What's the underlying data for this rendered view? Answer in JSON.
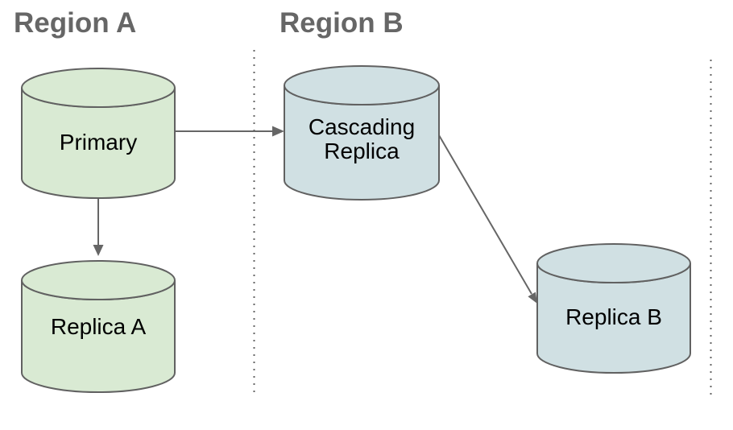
{
  "regions": [
    {
      "id": "region-a",
      "label": "Region A"
    },
    {
      "id": "region-b",
      "label": "Region B"
    }
  ],
  "nodes": {
    "primary": {
      "label": "Primary",
      "shape": "database-cylinder",
      "region": "Region A",
      "fill": "#d9ead3"
    },
    "replica_a": {
      "label": "Replica A",
      "shape": "database-cylinder",
      "region": "Region A",
      "fill": "#d9ead3"
    },
    "cascading_replica": {
      "label": "Cascading Replica",
      "label_lines": [
        "Cascading",
        "Replica"
      ],
      "shape": "database-cylinder",
      "region": "Region B",
      "fill": "#d0e0e3"
    },
    "replica_b": {
      "label": "Replica B",
      "shape": "database-cylinder",
      "region": "Region B",
      "fill": "#d0e0e3"
    }
  },
  "edges": [
    {
      "from": "Primary",
      "to": "Cascading Replica",
      "style": "arrow"
    },
    {
      "from": "Primary",
      "to": "Replica A",
      "style": "arrow"
    },
    {
      "from": "Cascading Replica",
      "to": "Replica B",
      "style": "arrow"
    }
  ],
  "colors": {
    "background": "#ffffff",
    "green_node_fill": "#d9ead3",
    "blue_node_fill": "#d0e0e3",
    "node_stroke": "#616161",
    "node_text": "#000000",
    "region_label_text": "#666666",
    "arrow": "#666666",
    "region_divider": "#666666"
  }
}
